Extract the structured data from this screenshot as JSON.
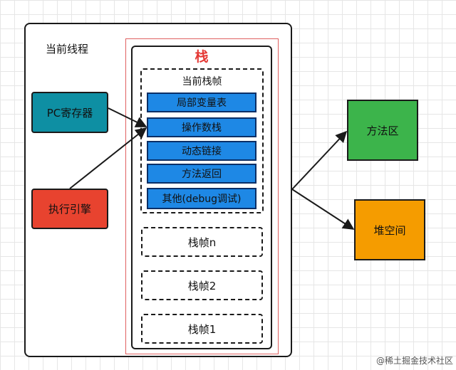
{
  "thread": {
    "title": "当前线程"
  },
  "stack": {
    "title": "栈"
  },
  "current_frame": {
    "title": "当前栈帧",
    "slots": [
      "局部变量表",
      "操作数栈",
      "动态链接",
      "方法返回",
      "其他(debug调试)"
    ]
  },
  "frames": [
    "栈帧n",
    "栈帧2",
    "栈帧1"
  ],
  "pc_register": {
    "label": "PC寄存器"
  },
  "execution_engine": {
    "label": "执行引擎"
  },
  "method_area": {
    "label": "方法区"
  },
  "heap": {
    "label": "堆空间"
  },
  "watermark": "@稀土掘金技术社区",
  "colors": {
    "pc_register": "#0e8fa3",
    "execution_engine": "#e8432f",
    "method_area": "#3cb44b",
    "heap": "#f59c00",
    "slot": "#1e88e5",
    "stack_title": "#e53935"
  }
}
